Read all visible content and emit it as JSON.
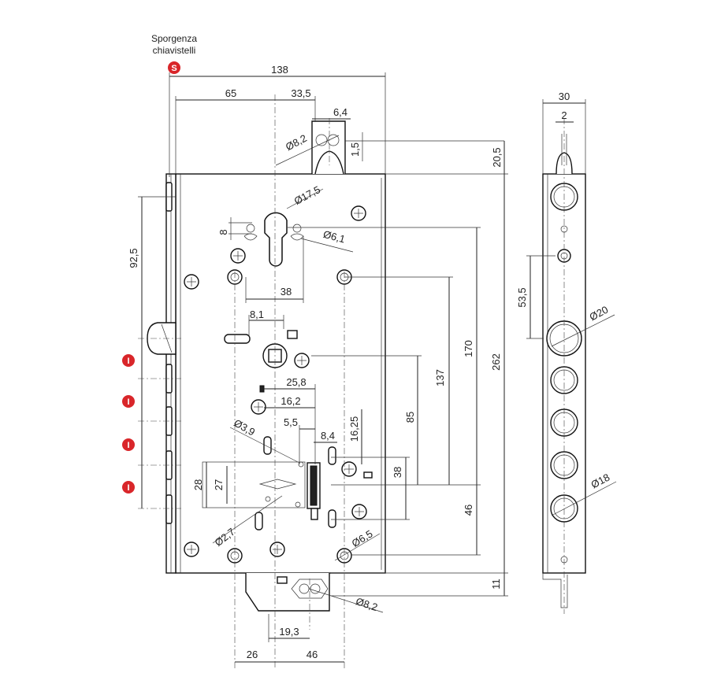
{
  "header": {
    "line1": "Sporgenza",
    "line2": "chiavistelli",
    "badge": "S"
  },
  "side_badges": [
    "I",
    "I",
    "I",
    "I"
  ],
  "badge_color": "#d9262a",
  "dimensions": {
    "total_width": "138",
    "backset": "65",
    "offset": "33,5",
    "bolt_width": "6,4",
    "bolt_hole": "Ø8,2",
    "bolt_offset": "1,5",
    "top_projection": "20,5",
    "cylinder_dia": "Ø17,5",
    "cylinder_small": "8",
    "screw_hole": "Ø6,1",
    "hole_spacing": "38",
    "upper_offset": "92,5",
    "latch_width": "8,1",
    "height_170": "170",
    "height_137": "137",
    "height_262": "262",
    "height_85": "85",
    "width_25_8": "25,8",
    "width_16_2": "16,2",
    "width_5_5": "5,5",
    "dia_3_9": "Ø3,9",
    "width_8_4": "8,4",
    "height_16_25": "16,25",
    "height_38": "38",
    "height_28": "28",
    "height_27": "27",
    "height_46": "46",
    "dia_2_7": "Ø2,7",
    "dia_6_5": "Ø6,5",
    "bottom_11": "11",
    "bottom_hole": "Ø8,2",
    "bottom_19_3": "19,3",
    "bottom_26": "26",
    "bottom_46": "46",
    "side_width": "30",
    "side_small": "2",
    "side_53_5": "53,5",
    "side_dia_20": "Ø20",
    "side_dia_18": "Ø18"
  }
}
